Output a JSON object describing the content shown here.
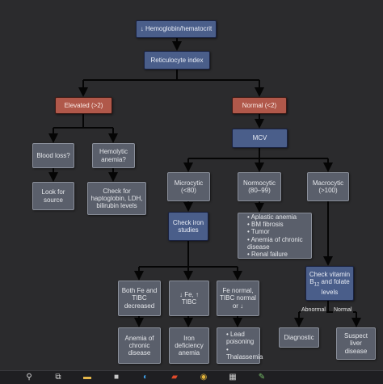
{
  "diagram": {
    "nodes": {
      "hemoglobin": "↓ Hemoglobin/hematocrit",
      "reticulocyte": "Reticulocyte index",
      "elevated": "Elevated (>2)",
      "normal": "Normal (<2)",
      "mcv": "MCV",
      "blood_loss": "Blood loss?",
      "hemolytic": "Hemolytic anemia?",
      "look_source": "Look for source",
      "check_hapto": "Check for haptoglobin, LDH, bilirubin levels",
      "microcytic": "Microcytic (<80)",
      "normocytic": "Normocytic (80–99)",
      "macrocytic": "Macrocytic (>100)",
      "check_iron": "Check iron studies",
      "normocytic_causes": [
        "Aplastic anemia",
        "BM fibrosis",
        "Tumor",
        "Anemia of chronic disease",
        "Renal failure"
      ],
      "check_b12_pre": "Check vitamin B",
      "check_b12_sub": "12",
      "check_b12_post": " and folate levels",
      "both_fe": "Both Fe and TIBC decreased",
      "fe_down": "↓ Fe, ↑ TIBC",
      "fe_normal": "Fe normal, TIBC normal or ↓",
      "chronic": "Anemia of chronic disease",
      "iron_def": "Iron deficiency anemia",
      "lead_causes": [
        "Lead poisoning",
        "Thalassemia"
      ],
      "diagnostic": "Diagnostic",
      "suspect_liver": "Suspect liver disease"
    },
    "edge_labels": {
      "abnormal": "Abnormal",
      "normal": "Normal"
    }
  },
  "taskbar": {
    "icons": [
      {
        "name": "search-icon",
        "glyph": "⚲",
        "color": "#d8d8d8"
      },
      {
        "name": "task-view-icon",
        "glyph": "⧉",
        "color": "#d8d8d8"
      },
      {
        "name": "file-explorer-icon",
        "glyph": "▬",
        "color": "#e6b84a"
      },
      {
        "name": "store-icon",
        "glyph": "■",
        "color": "#c8c8c8"
      },
      {
        "name": "edge-icon",
        "glyph": "◐",
        "color": "#3fa0e8"
      },
      {
        "name": "office-icon",
        "glyph": "▰",
        "color": "#e04a2a"
      },
      {
        "name": "chrome-icon",
        "glyph": "◉",
        "color": "#e0b23a"
      },
      {
        "name": "store-bag-icon",
        "glyph": "▦",
        "color": "#cfcfcf"
      },
      {
        "name": "paint-icon",
        "glyph": "✎",
        "color": "#7ac06a"
      }
    ]
  }
}
